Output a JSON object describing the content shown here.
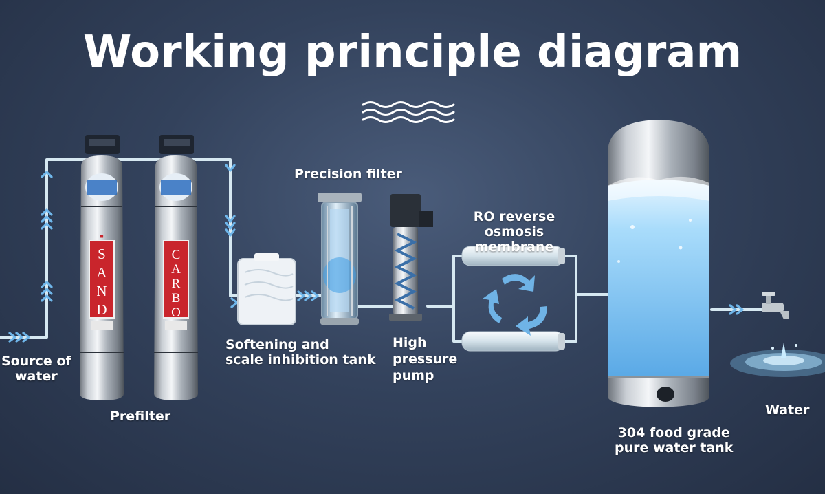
{
  "title": "Working principle diagram",
  "labels": {
    "source": [
      "Source of",
      "water"
    ],
    "prefilter": "Prefilter",
    "softening": [
      "Softening and",
      "scale inhibition tank"
    ],
    "precision": "Precision filter",
    "pump": [
      "High",
      "pressure",
      "pump"
    ],
    "ro": [
      "RO reverse osmosis",
      "membrane"
    ],
    "tank": [
      "304 food grade",
      "pure water tank"
    ],
    "water": "Water"
  },
  "tanks": {
    "sand": "SAND",
    "carbon": "CARBO"
  },
  "colors": {
    "pipe": "#cfe3ee",
    "arrow": "#5aa6e0",
    "label_red": "#c9252c",
    "water": "#7cc4f0"
  },
  "icons": [
    "wave-divider-icon",
    "flow-arrow-icon",
    "faucet-icon",
    "cycle-arrows-icon",
    "water-splash-icon"
  ]
}
